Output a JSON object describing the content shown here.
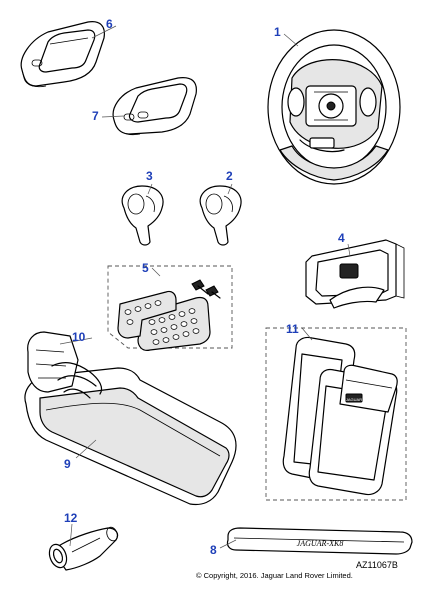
{
  "diagram": {
    "callouts": {
      "c1": "1",
      "c2": "2",
      "c3": "3",
      "c4": "4",
      "c5": "5",
      "c6": "6",
      "c7": "7",
      "c8": "8",
      "c9": "9",
      "c10": "10",
      "c11": "11",
      "c12": "12"
    },
    "sill_plate_text": "JAGUAR-XK8",
    "mat_badge_text": "JAGUAR"
  },
  "footer": {
    "drawing_id": "AZ11067B",
    "copyright": "© Copyright, 2016. Jaguar Land Rover Limited."
  },
  "colors": {
    "callout": "#1e3fb8",
    "line": "#000000",
    "dash": "#555555"
  }
}
